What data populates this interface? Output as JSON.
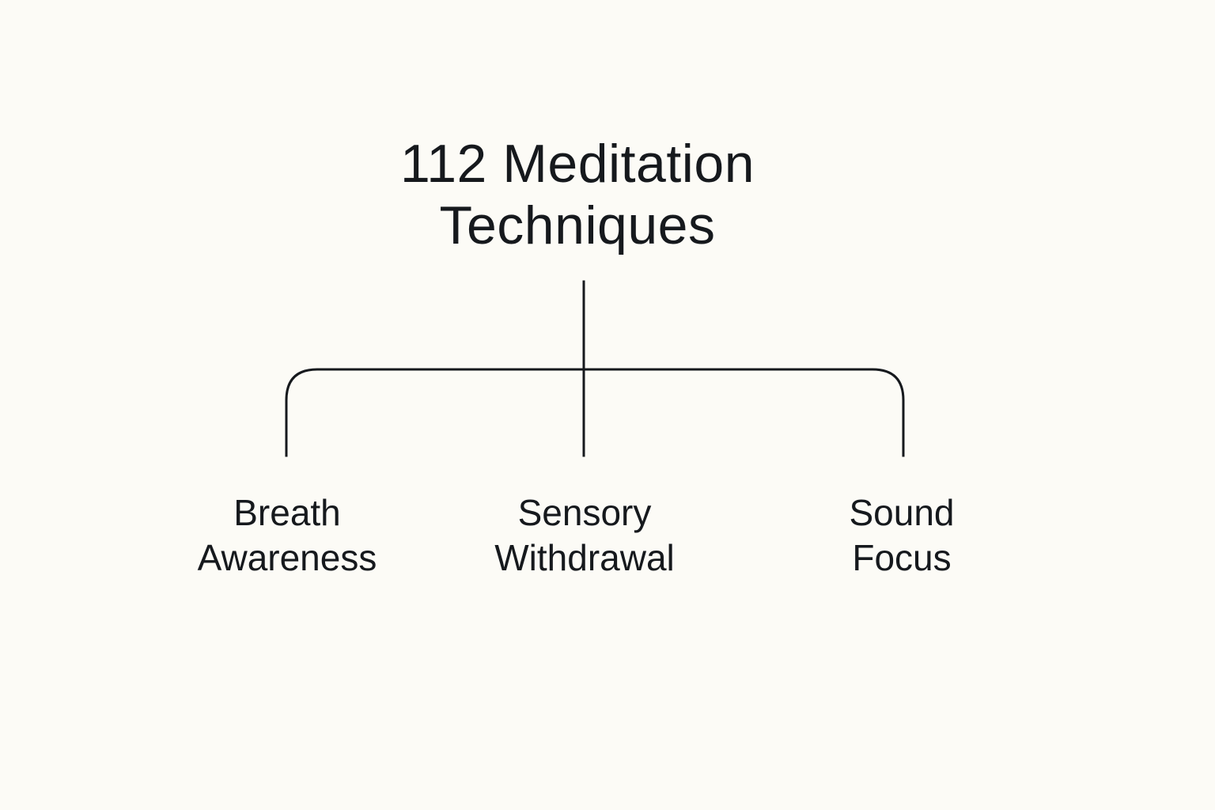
{
  "colors": {
    "background": "#fcfbf6",
    "text": "#16191d",
    "line": "#16191d"
  },
  "root": {
    "lines": [
      "112 Meditation",
      "Techniques"
    ]
  },
  "children": [
    {
      "lines": [
        "Breath",
        "Awareness"
      ]
    },
    {
      "lines": [
        "Sensory",
        "Withdrawal"
      ]
    },
    {
      "lines": [
        "Sound",
        "Focus"
      ]
    }
  ]
}
